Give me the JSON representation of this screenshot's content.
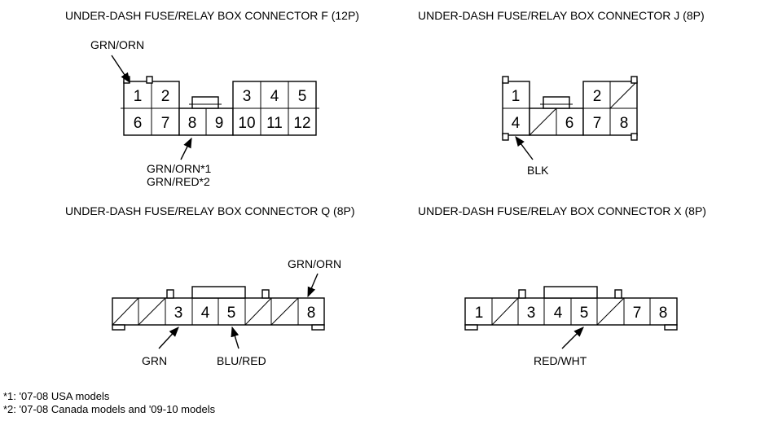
{
  "connectors": {
    "f": {
      "title": "UNDER-DASH FUSE/RELAY BOX CONNECTOR F (12P)",
      "pins": [
        "1",
        "2",
        "3",
        "4",
        "5",
        "6",
        "7",
        "8",
        "9",
        "10",
        "11",
        "12"
      ],
      "wire_top": "GRN/ORN",
      "wire_bottom_1": "GRN/ORN*1",
      "wire_bottom_2": "GRN/RED*2"
    },
    "j": {
      "title": "UNDER-DASH FUSE/RELAY BOX CONNECTOR J (8P)",
      "pins": [
        "1",
        "2",
        "4",
        "6",
        "7",
        "8"
      ],
      "wire": "BLK"
    },
    "q": {
      "title": "UNDER-DASH FUSE/RELAY BOX CONNECTOR Q (8P)",
      "pins": [
        "3",
        "4",
        "5",
        "8"
      ],
      "wire_3": "GRN",
      "wire_5": "BLU/RED",
      "wire_8": "GRN/ORN"
    },
    "x": {
      "title": "UNDER-DASH FUSE/RELAY BOX CONNECTOR X (8P)",
      "pins": [
        "1",
        "3",
        "4",
        "5",
        "7",
        "8"
      ],
      "wire_5": "RED/WHT"
    }
  },
  "footnotes": {
    "note1": "*1: '07-08 USA models",
    "note2": "*2: '07-08 Canada models and '09-10 models"
  }
}
